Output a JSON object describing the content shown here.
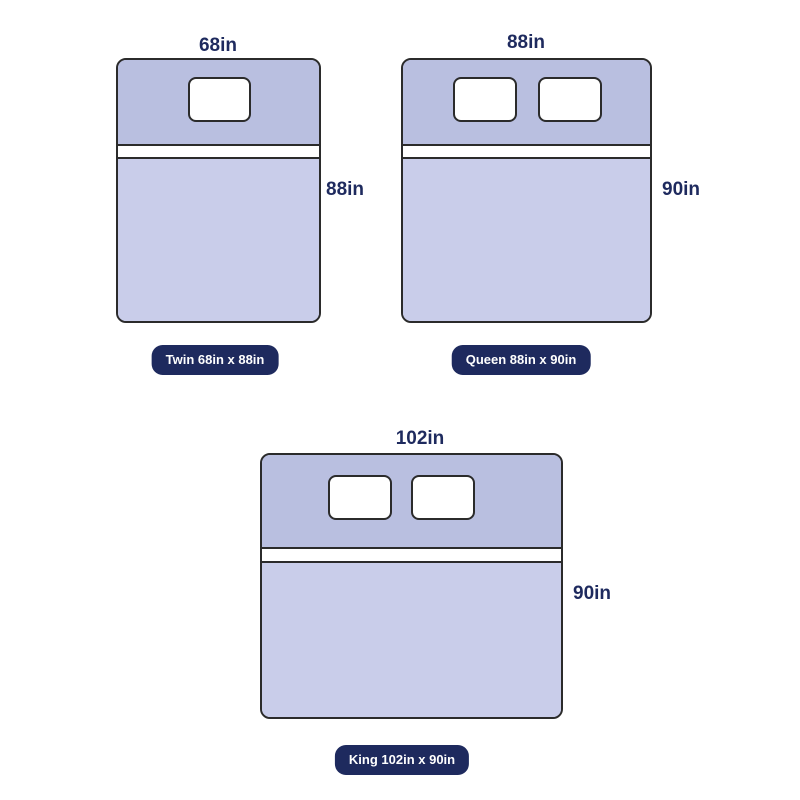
{
  "colors": {
    "top_sheet": "#b9bfe0",
    "bottom_sheet": "#c9cdea",
    "outline": "#2b2b2b",
    "label_text": "#1e2a5e",
    "badge_bg": "#1e2a5e",
    "badge_text": "#ffffff"
  },
  "beds": [
    {
      "size": "Twin",
      "width": "68in",
      "length": "88in",
      "badge": "Twin 68in x 88in",
      "pillows": 1
    },
    {
      "size": "Queen",
      "width": "88in",
      "length": "90in",
      "badge": "Queen 88in x 90in",
      "pillows": 2
    },
    {
      "size": "King",
      "width": "102in",
      "length": "90in",
      "badge": "King 102in x 90in",
      "pillows": 2
    }
  ]
}
